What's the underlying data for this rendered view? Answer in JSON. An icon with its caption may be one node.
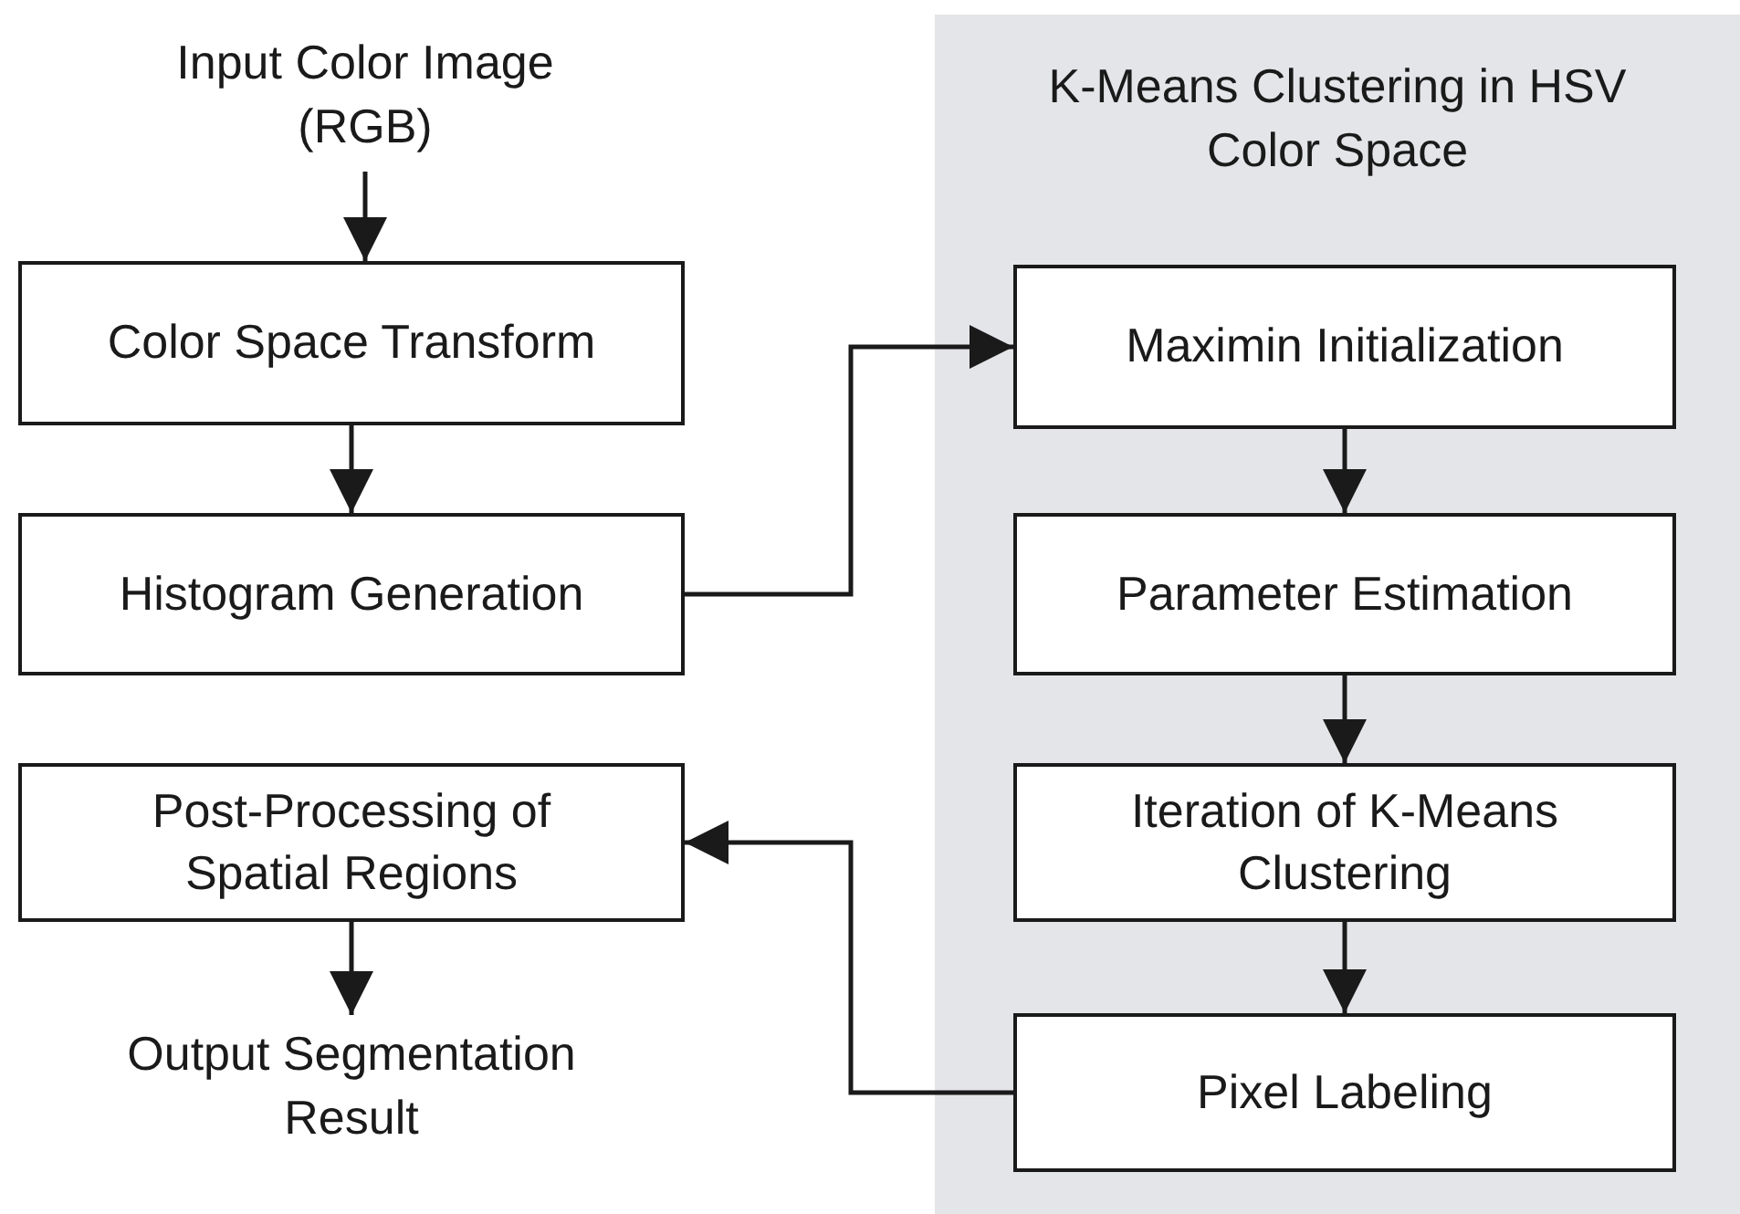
{
  "diagram": {
    "nodes": [
      {
        "text": [
          "Input Color Image (RGB)"
        ]
      },
      {
        "text": [
          "Color Space Transform"
        ]
      },
      {
        "text": [
          "Histogram Generation"
        ]
      },
      {
        "text": [
          "Post-Processing of Spatial Regions"
        ]
      },
      {
        "text": [
          "Output Segmentation Result"
        ]
      },
      {
        "text": [
          "K-Means Clustering in HSV Color Space"
        ]
      },
      {
        "text": [
          "Maximin Initialization"
        ],
        "in": 5
      },
      {
        "text": [
          "Parameter Estimation"
        ],
        "in": 5
      },
      {
        "text": [
          "Iteration of K-Means Clustering"
        ],
        "in": 5
      },
      {
        "text": [
          "Pixel Labeling"
        ],
        "in": 5
      }
    ],
    "edges": [
      {
        "from": 0,
        "to": 1,
        "arrow": "to"
      },
      {
        "from": 1,
        "to": 2,
        "arrow": "to"
      },
      {
        "from": 2,
        "to": 6,
        "arrow": "to"
      },
      {
        "from": 6,
        "to": 7,
        "arrow": "to"
      },
      {
        "from": 7,
        "to": 8,
        "arrow": "to"
      },
      {
        "from": 8,
        "to": 9,
        "arrow": "to"
      },
      {
        "from": 9,
        "to": 3,
        "arrow": "to"
      },
      {
        "from": 3,
        "to": 4,
        "arrow": "to"
      }
    ]
  }
}
